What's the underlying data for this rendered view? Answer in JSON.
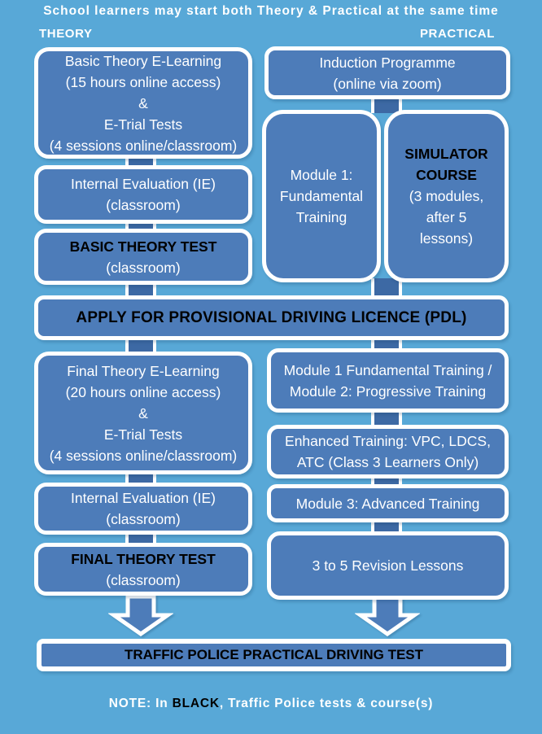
{
  "colors": {
    "background": "#58a8d7",
    "box_fill": "#4d7cb9",
    "connector": "#3d69a4",
    "border": "#ffffff",
    "text_light": "#ffffff",
    "text_dark": "#000000"
  },
  "header": {
    "title": "School learners may start both Theory & Practical at the same time",
    "theory_label": "THEORY",
    "practical_label": "PRACTICAL"
  },
  "theory_column": {
    "basic_elearning": {
      "text": "Basic Theory E-Learning\n(15 hours online access)\n&\nE-Trial Tests\n(4 sessions online/classroom)"
    },
    "internal_evaluation_1": {
      "text": "Internal Evaluation (IE)\n(classroom)"
    },
    "basic_theory_test": {
      "title": "BASIC THEORY TEST",
      "subtitle": "(classroom)"
    },
    "final_elearning": {
      "text": "Final Theory E-Learning\n(20 hours online access)\n&\nE-Trial Tests\n(4 sessions online/classroom)"
    },
    "internal_evaluation_2": {
      "text": "Internal Evaluation (IE)\n(classroom)"
    },
    "final_theory_test": {
      "title": "FINAL THEORY TEST",
      "subtitle": "(classroom)"
    }
  },
  "practical_column": {
    "induction": {
      "text": "Induction Programme\n(online via zoom)"
    },
    "module1": {
      "text": "Module 1:\nFundamental\nTraining"
    },
    "simulator": {
      "title": "SIMULATOR\nCOURSE",
      "subtitle": "(3 modules,\nafter 5\nlessons)"
    },
    "module1_module2": {
      "text": "Module 1 Fundamental Training /\nModule 2: Progressive Training"
    },
    "enhanced_training": {
      "text": "Enhanced Training: VPC, LDCS,\nATC (Class 3 Learners Only)"
    },
    "module3": {
      "text": "Module 3: Advanced Training"
    },
    "revision": {
      "text": "3 to 5 Revision Lessons"
    }
  },
  "milestones": {
    "pdl": "APPLY FOR PROVISIONAL DRIVING LICENCE (PDL)",
    "traffic_police_test": "TRAFFIC POLICE PRACTICAL DRIVING TEST"
  },
  "note": {
    "prefix": "NOTE: In ",
    "highlight": "BLACK",
    "suffix": ", Traffic Police tests & course(s)"
  }
}
